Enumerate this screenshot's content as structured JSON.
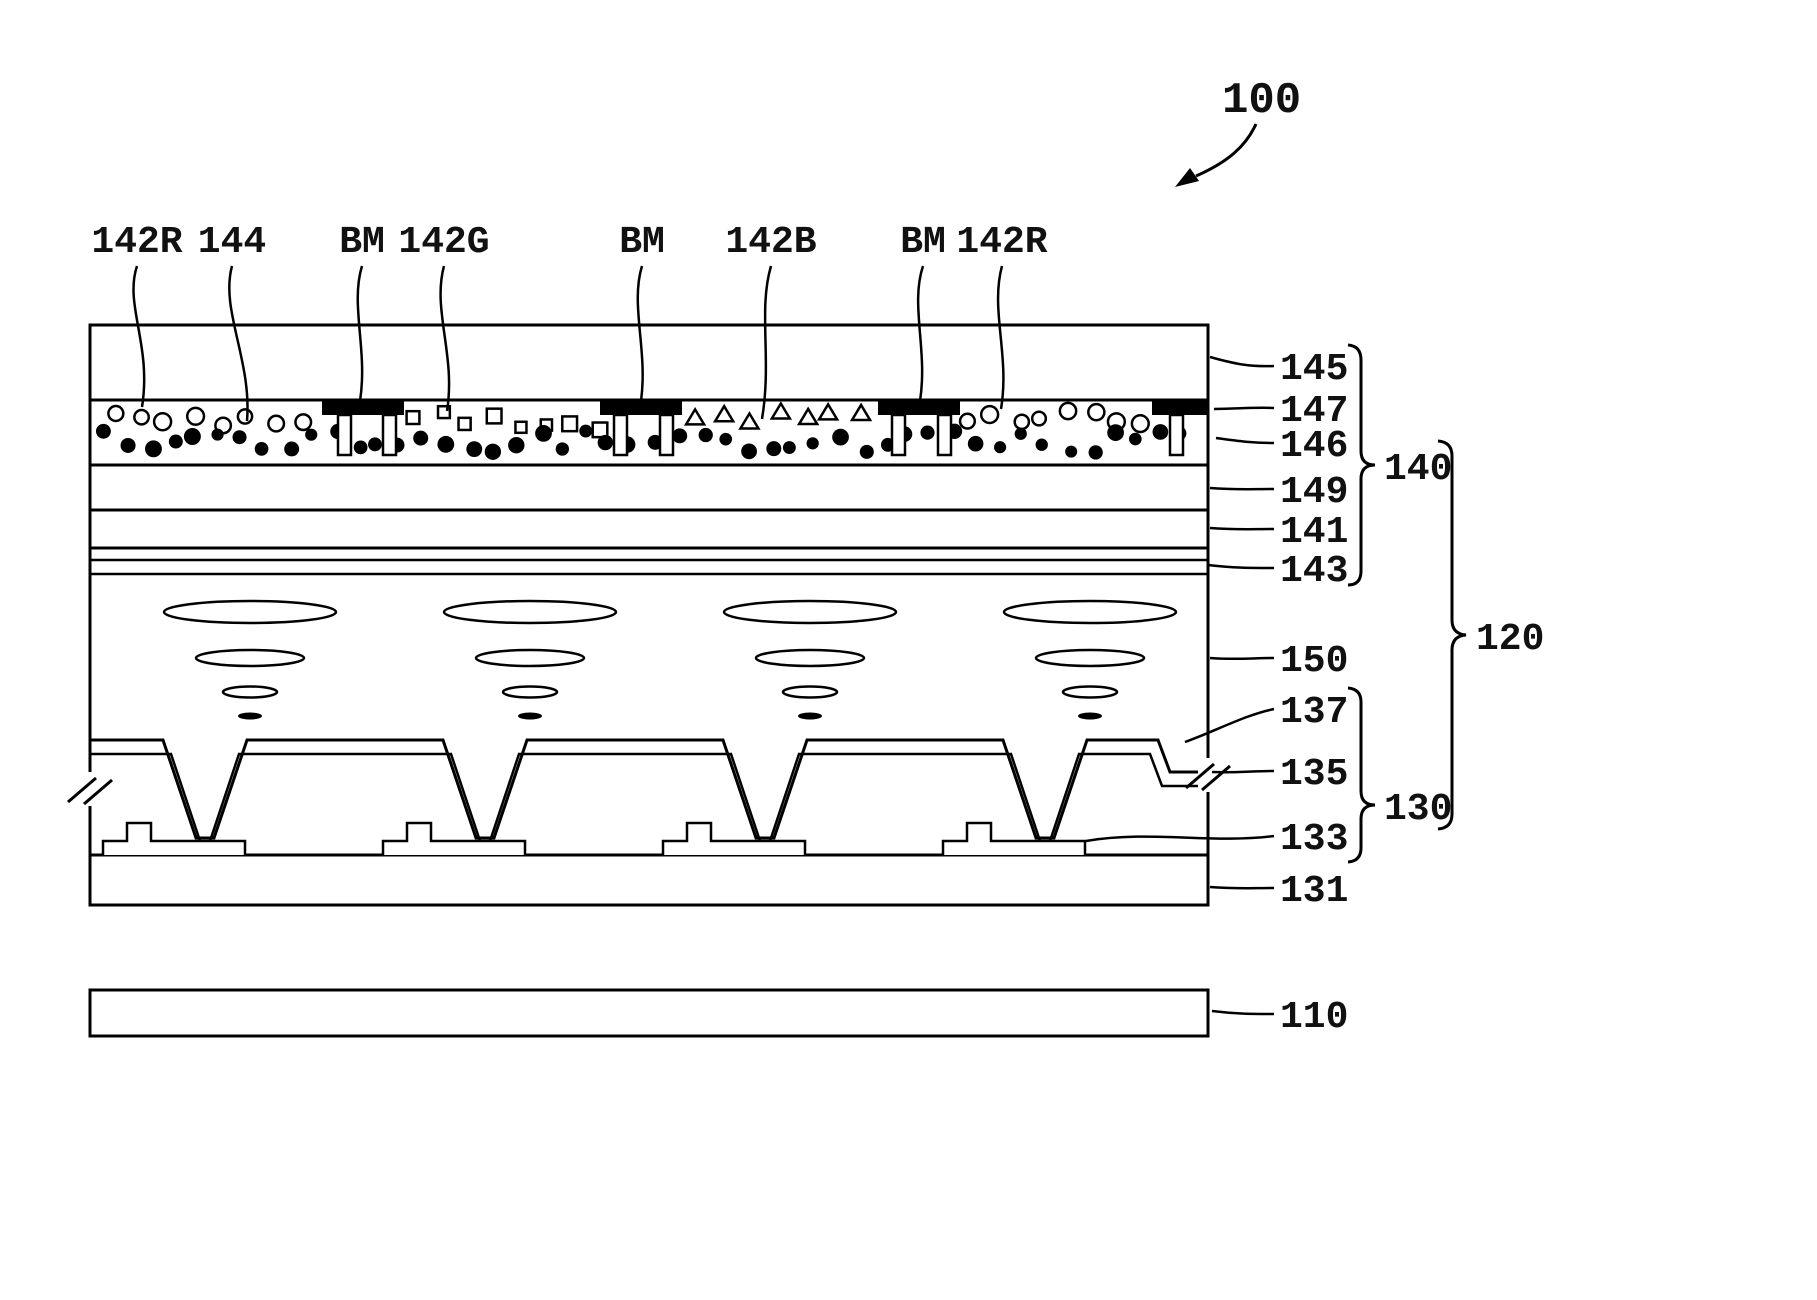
{
  "figure_ref": "100",
  "top_labels": [
    "142R",
    "144",
    "BM",
    "142G",
    "BM",
    "142B",
    "BM",
    "142R"
  ],
  "layer_labels": [
    "145",
    "147",
    "146",
    "149",
    "141",
    "143",
    "150",
    "137",
    "135",
    "133",
    "131",
    "110"
  ],
  "group_labels": [
    "140",
    "120",
    "130"
  ],
  "color_filter_regions": [
    {
      "label": "142R",
      "particle_shape": "open-circle"
    },
    {
      "label": "142G",
      "particle_shape": "open-square"
    },
    {
      "label": "142B",
      "particle_shape": "open-triangle"
    },
    {
      "label": "142R",
      "particle_shape": "open-circle"
    }
  ],
  "colors": {
    "line": "#000000",
    "background": "#ffffff",
    "black_matrix": "#000000"
  }
}
